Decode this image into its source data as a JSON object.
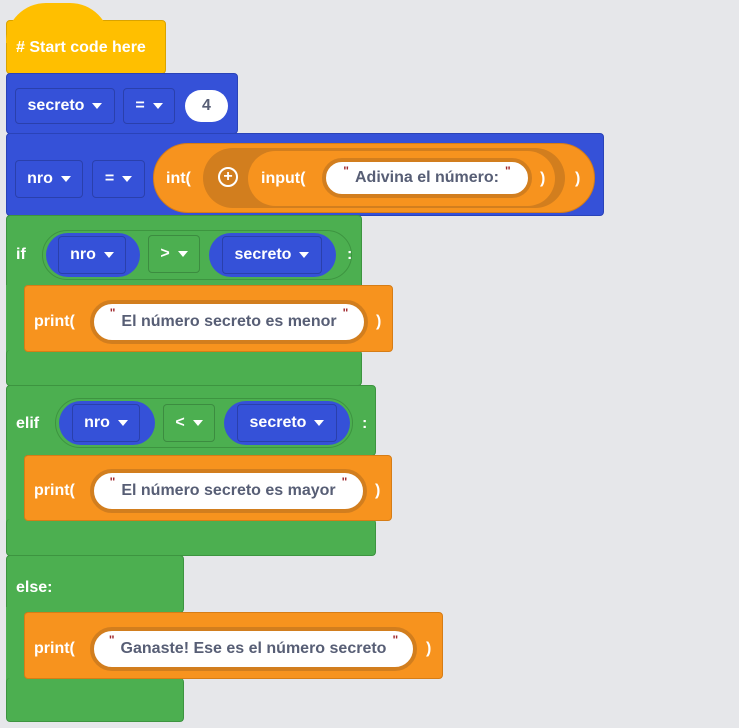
{
  "hat": {
    "label": "# Start code here"
  },
  "assign1": {
    "variable": "secreto",
    "operator": "=",
    "value": "4"
  },
  "assign2": {
    "variable": "nro",
    "operator": "=",
    "int_label": "int(",
    "input_label": "input(",
    "prompt": "Adivina el número:",
    "close_paren": ")"
  },
  "if_block": {
    "keyword": "if",
    "left": "nro",
    "operator": ">",
    "right": "secreto",
    "colon": ":",
    "print_label": "print(",
    "message": "El número secreto es menor",
    "close_paren": ")"
  },
  "elif_block": {
    "keyword": "elif",
    "left": "nro",
    "operator": "<",
    "right": "secreto",
    "colon": ":",
    "print_label": "print(",
    "message": "El número secreto es mayor",
    "close_paren": ")"
  },
  "else_block": {
    "keyword": "else:",
    "print_label": "print(",
    "message": "Ganaste! Ese es el número secreto",
    "close_paren": ")"
  },
  "quote": "\"",
  "colors": {
    "hat": "#ffbf00",
    "variables": "#3551d8",
    "control": "#4caf50",
    "functions": "#f7931e"
  }
}
